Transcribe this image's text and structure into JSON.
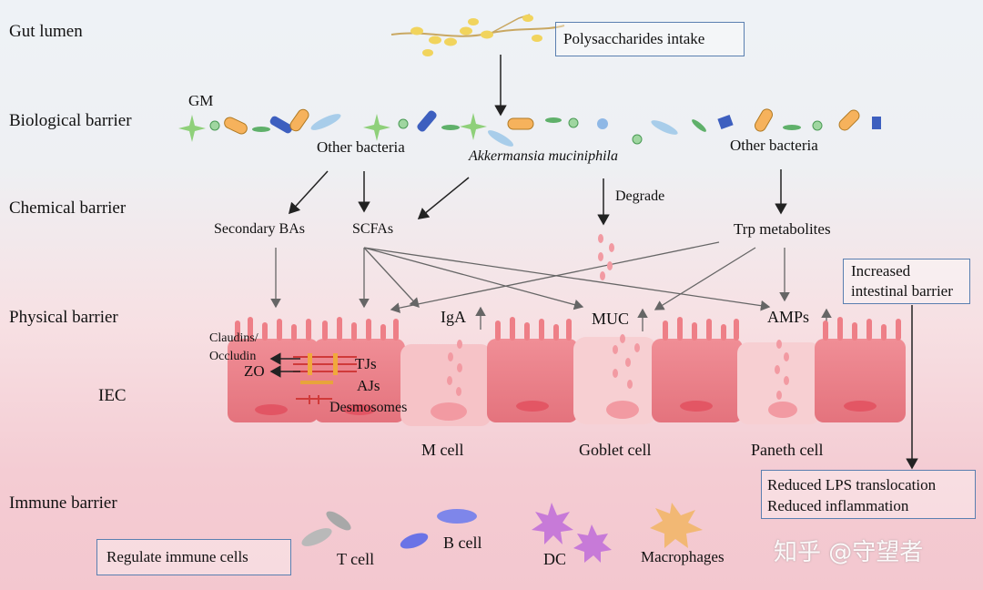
{
  "side_labels": {
    "gut_lumen": "Gut  lumen",
    "biological_barrier": "Biological barrier",
    "chemical_barrier": "Chemical barrier",
    "physical_barrier": "Physical barrier",
    "iec": "IEC",
    "immune_barrier": "Immune barrier"
  },
  "boxes": {
    "polysaccharides": "Polysaccharides intake",
    "increased_line1": "Increased",
    "increased_line2": "intestinal barrier",
    "reduced_line1": "Reduced LPS translocation",
    "reduced_line2": "Reduced inflammation",
    "regulate": "Regulate immune cells"
  },
  "labels": {
    "gm": "GM",
    "other_bacteria_left": "Other bacteria",
    "akkermansia": "Akkermansia muciniphila",
    "other_bacteria_right": "Other bacteria",
    "degrade": "Degrade",
    "secondary_bas": "Secondary BAs",
    "scfas": "SCFAs",
    "trp_metabolites": "Trp metabolites",
    "iga": "IgA",
    "muc": "MUC",
    "amps": "AMPs",
    "claudins": "Claudins/",
    "occludin": "Occludin",
    "zo": "ZO",
    "tjs": "TJs",
    "ajs": "AJs",
    "desmosomes": "Desmosomes",
    "m_cell": "M cell",
    "goblet_cell": "Goblet cell",
    "paneth_cell": "Paneth cell",
    "t_cell": "T cell",
    "b_cell": "B cell",
    "dc": "DC",
    "macrophages": "Macrophages"
  },
  "watermark": "知乎 @守望者",
  "colors": {
    "box_border": "#5a7fb0",
    "cell_fill": "#ee7f87",
    "cell_light": "#f6c3c7",
    "arrow": "#222222",
    "gray_arrow": "#777777"
  }
}
